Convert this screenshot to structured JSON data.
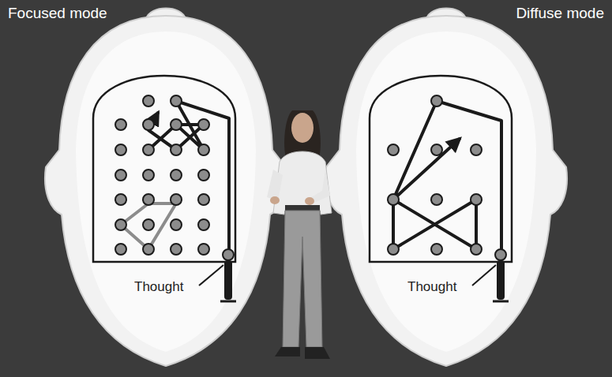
{
  "diagram": {
    "labels": [
      "Focused mode",
      "Diffuse mode",
      "Thought",
      "Thought"
    ]
  }
}
